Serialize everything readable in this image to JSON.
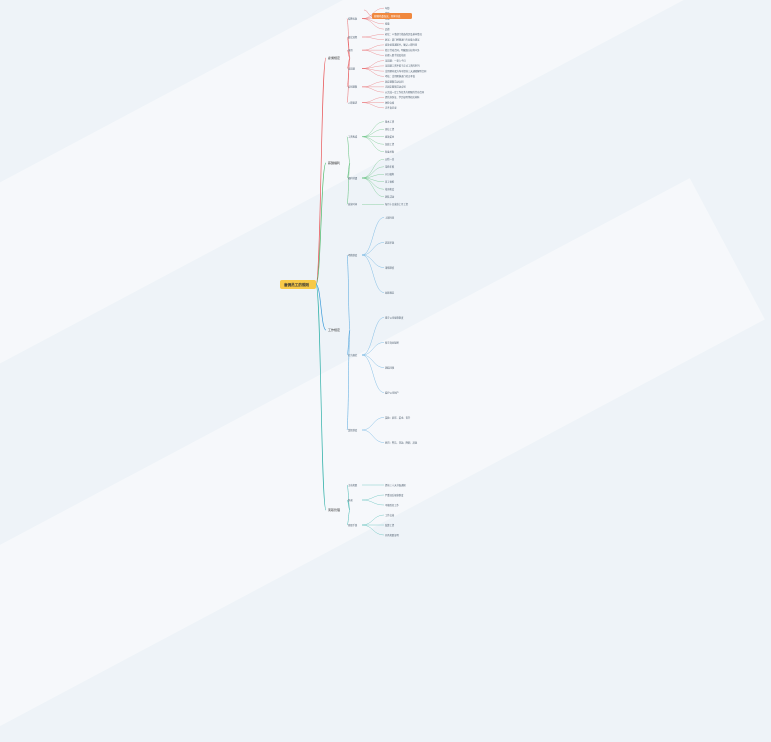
{
  "colors": {
    "background": "#eef3f8",
    "root": "#f7c948",
    "branch_red": "#e8585a",
    "branch_green": "#4cb96a",
    "branch_blue": "#3a9ad9",
    "branch_teal": "#2fb0a8",
    "highlight": "#f0883e"
  },
  "root": {
    "label": "雇佣员工的规则"
  },
  "branches": [
    {
      "label": "雇佣规定",
      "color": "red",
      "children": [
        {
          "label": "招聘标准",
          "children": [
            "年龄",
            "学历",
            "经验",
            "技能",
            "品德"
          ]
        },
        {
          "label": "面试流程",
          "children": [
            "初试：人事部门筛选简历及基本情况",
            "复试：部门经理进行专业能力测试"
          ]
        },
        {
          "label": "录用",
          "children": [
            "发放录用通知书，确认入职时间",
            "签订劳动合同，明确双方权利义务",
            "办理入职手续及培训"
          ]
        },
        {
          "label": "试用期",
          "children": [
            "试用期：一至六个月",
            "试用期工资不低于正式工资的80%",
            "试用期内双方均可提前三天通知解除合同",
            "考核：试用期满进行转正考核"
          ]
        },
        {
          "label": "合同期限",
          "children": [
            "固定期限劳动合同",
            "无固定期限劳动合同",
            "以完成一定工作任务为期限的劳动合同"
          ]
        },
        {
          "label": "入职要求",
          "children": [
            "提供身份证、学历证明等相关材料",
            "体检合格",
            "无不良记录"
          ]
        }
      ]
    },
    {
      "label": "薪酬福利",
      "color": "green",
      "children": [
        {
          "label": "工资构成",
          "children": [
            "基本工资",
            "岗位工资",
            "绩效奖金",
            "加班工资",
            "各类补贴"
          ]
        },
        {
          "label": "福利待遇",
          "children": [
            "五险一金",
            "带薪年假",
            "节日福利",
            "员工体检",
            "培训机会",
            "团队活动"
          ]
        },
        {
          "label": "发放时间",
          "children": [
            "每月十日发放上月工资"
          ]
        }
      ]
    },
    {
      "label": "工作规定",
      "color": "blue",
      "children": [
        {
          "label": "考勤制度",
          "children": [
            "上班时间",
            "迟到早退",
            "请假制度",
            "加班规定"
          ]
        },
        {
          "label": "行为规范",
          "children": [
            "遵守公司规章制度",
            "保守商业秘密",
            "团结同事",
            "爱护公司财产"
          ]
        },
        {
          "label": "奖惩制度",
          "children": [
            "奖励：表彰、奖金、晋升",
            "惩罚：警告、罚款、降职、辞退"
          ]
        }
      ]
    },
    {
      "label": "离职管理",
      "color": "teal",
      "children": [
        {
          "label": "主动离职",
          "children": [
            "提前三十天书面通知"
          ]
        },
        {
          "label": "辞退",
          "children": [
            "严重违反规章制度",
            "不能胜任工作"
          ]
        },
        {
          "label": "离职手续",
          "children": [
            "工作交接",
            "结算工资",
            "开具离职证明"
          ]
        }
      ]
    }
  ],
  "highlight_note": "薪酬待遇面议，具体详谈"
}
